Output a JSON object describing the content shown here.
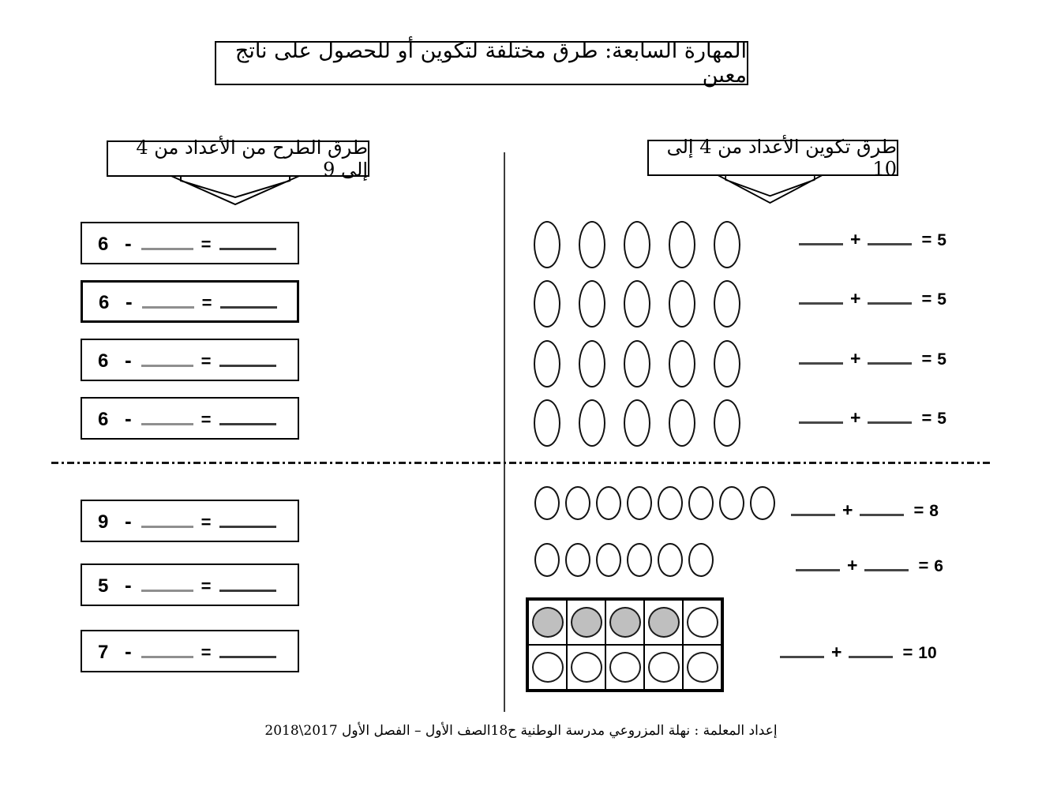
{
  "header": {
    "title": "المهارة السابعة: طرق مختلفة لتكوين أو للحصول على ناتج معين"
  },
  "symbols": {
    "minus": "-",
    "plus": "+",
    "equals": "=",
    "blank_placeholder": "_____"
  },
  "subtraction": {
    "heading": "طرق الطرح من الأعداد من 4 إلى 9",
    "problems": [
      {
        "minuend": "6"
      },
      {
        "minuend": "6"
      },
      {
        "minuend": "6"
      },
      {
        "minuend": "6"
      },
      {
        "minuend": "9"
      },
      {
        "minuend": "5"
      },
      {
        "minuend": "7"
      }
    ]
  },
  "composition": {
    "heading": "طرق تكوين الأعداد من 4 إلى 10",
    "oval_rows": [
      {
        "count": 5,
        "total": "5"
      },
      {
        "count": 5,
        "total": "5"
      },
      {
        "count": 5,
        "total": "5"
      },
      {
        "count": 5,
        "total": "5"
      },
      {
        "count": 8,
        "total": "8"
      },
      {
        "count": 6,
        "total": "6"
      }
    ],
    "ten_frame": {
      "rows": 2,
      "cols": 5,
      "shaded_count": 4,
      "unshaded_count": 6,
      "total": "10"
    }
  },
  "footer": {
    "credit": "إعداد المعلمة : نهلة المزروعي مدرسة الوطنية ح18الصف الأول – الفصل الأول 2017\\2018"
  },
  "colors": {
    "ink": "#000000",
    "shaded_circle": "#bfbfbf",
    "paper": "#ffffff"
  }
}
